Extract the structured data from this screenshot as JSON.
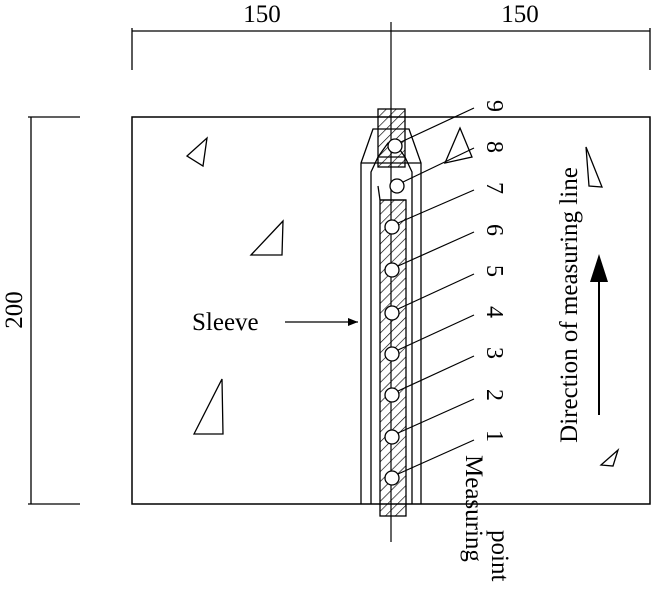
{
  "dimensions": {
    "left_width": "150",
    "right_width": "150",
    "height": "200"
  },
  "labels": {
    "sleeve": "Sleeve",
    "direction": "Direction of measuring line",
    "measuring_point_line1": "Measuring",
    "measuring_point_line2": "point"
  },
  "measuring_points": [
    "1",
    "2",
    "3",
    "4",
    "5",
    "6",
    "7",
    "8",
    "9"
  ],
  "colors": {
    "stroke": "#000000",
    "background": "#ffffff"
  }
}
